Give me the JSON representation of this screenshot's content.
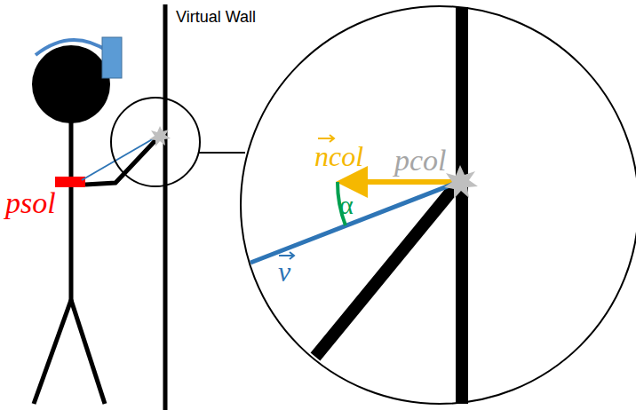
{
  "diagram": {
    "labels": [
      "Virtual Wall",
      "psol",
      "ncol",
      "pcol",
      "α",
      "v"
    ]
  }
}
